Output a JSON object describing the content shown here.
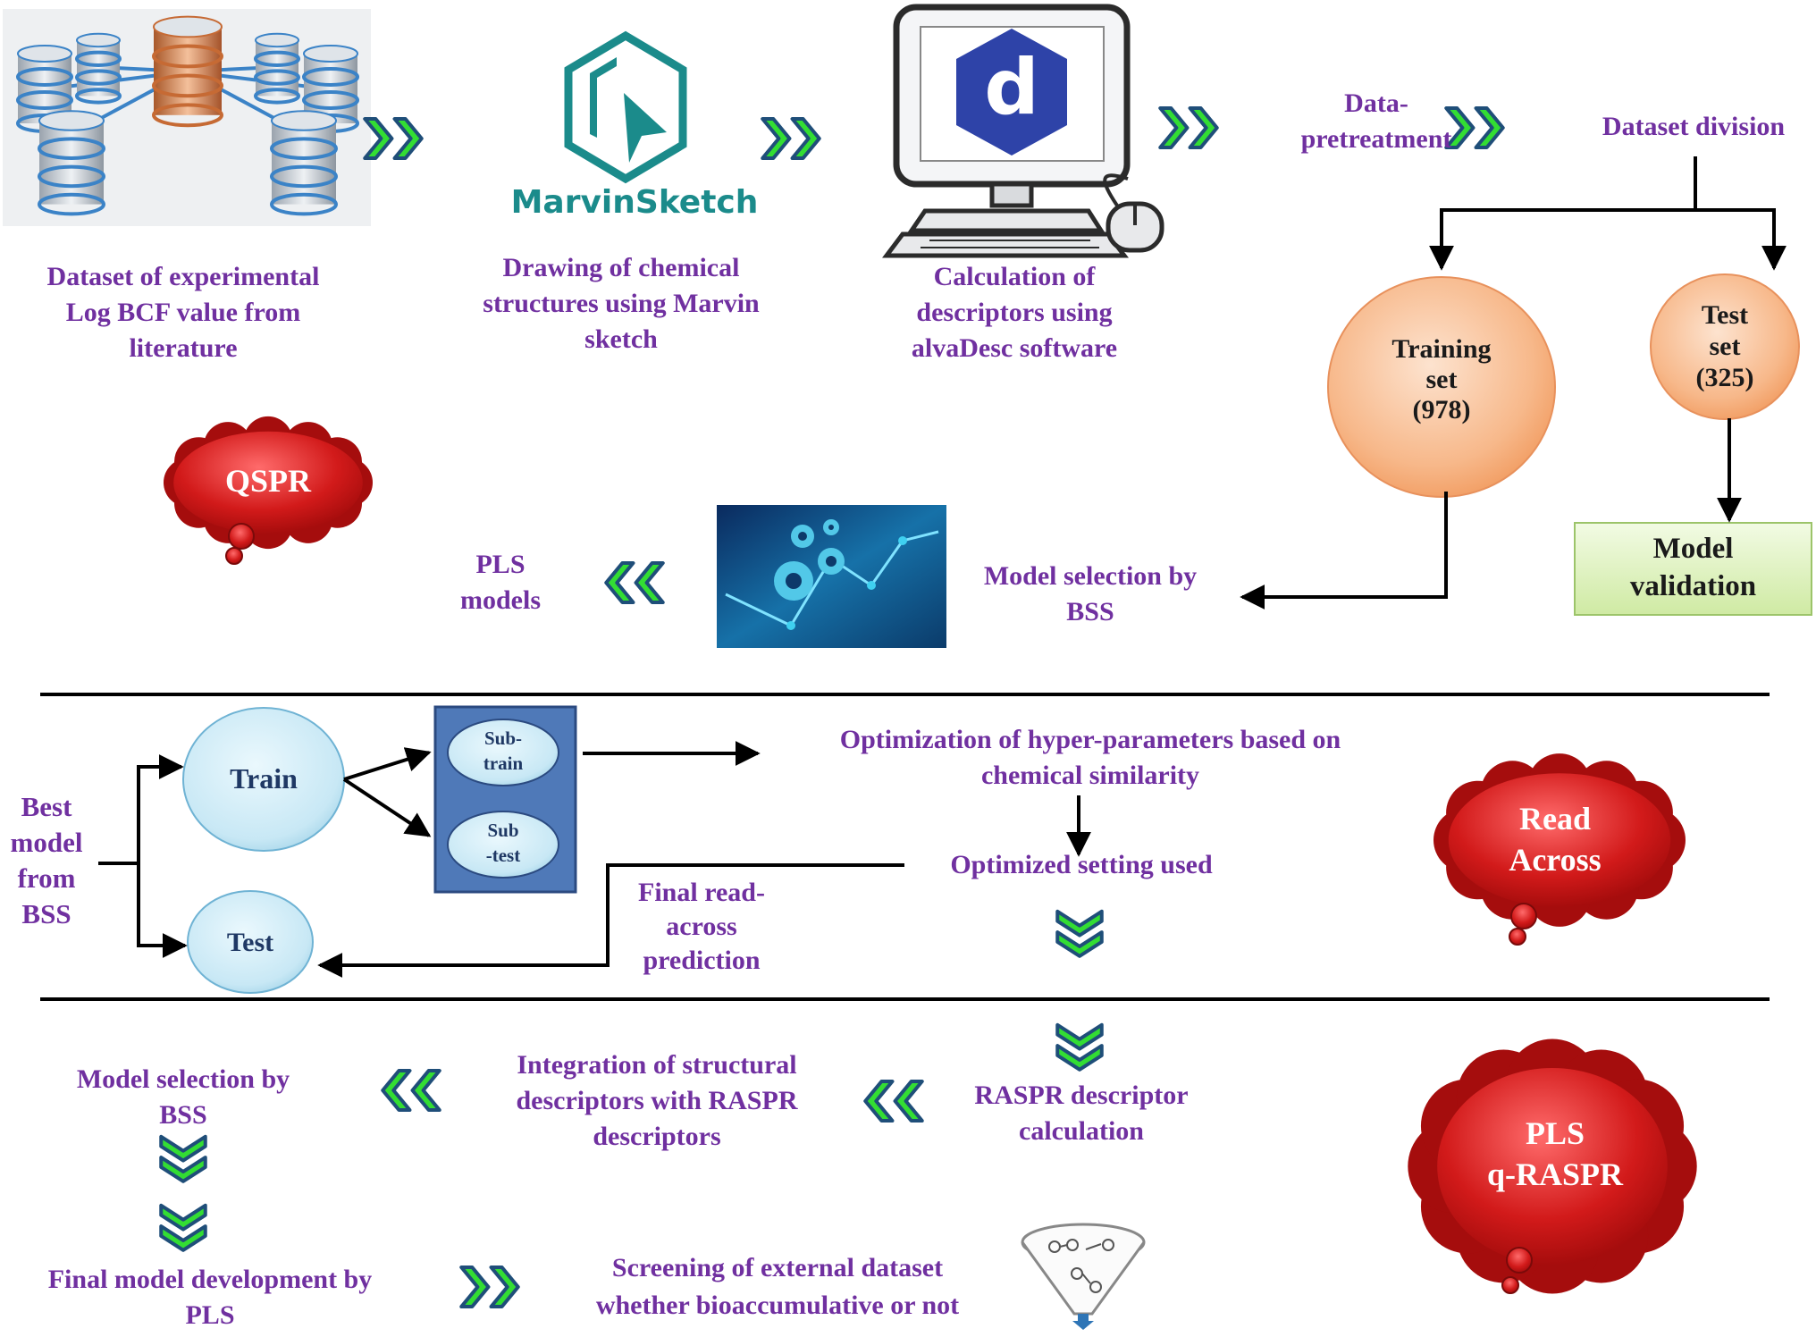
{
  "colors": {
    "label_purple": "#7030a0",
    "chevron_green": "#33dd33",
    "chevron_blue": "#1f4e79",
    "cloud_red": "#c00000",
    "circle_orange": "#f8b98a",
    "circle_blue": "#c9e9f6",
    "box_green": "#e2f3c4",
    "teal": "#1b8b8b"
  },
  "icons": [
    "database-cluster-icon",
    "marvinsketch-logo-icon",
    "computer-alvadesc-icon",
    "gears-chart-icon",
    "funnel-molecules-icon"
  ],
  "top": {
    "step1": [
      "Dataset of experimental",
      "Log BCF value from",
      "literature"
    ],
    "marvin_logo": "MarvinSketch",
    "step2": [
      "Drawing  of chemical",
      "structures  using Marvin",
      "sketch"
    ],
    "alvadesc_letter": "d",
    "step3": [
      "Calculation  of",
      "descriptors  using",
      "alvaDesc software"
    ],
    "pretreatment": [
      "Data-",
      "pretreatment"
    ],
    "division": "Dataset division",
    "training": [
      "Training",
      "set",
      "(978)"
    ],
    "test": [
      "Test",
      "set",
      "(325)"
    ],
    "validation": [
      "Model",
      "validation"
    ],
    "bss": [
      "Model selection by",
      "BSS"
    ],
    "pls": [
      "PLS",
      "models"
    ],
    "cloud": "QSPR"
  },
  "middle": {
    "best": [
      "Best",
      "model",
      "from",
      "BSS"
    ],
    "train": "Train",
    "test": "Test",
    "subtrain": [
      "Sub-",
      "train"
    ],
    "subtest": [
      "Sub",
      "-test"
    ],
    "optimization": [
      "Optimization  of hyper-parameters  based on",
      "chemical  similarity"
    ],
    "optimized": "Optimized   setting used",
    "final_pred": [
      "Final read-",
      "across",
      "prediction"
    ],
    "cloud": [
      "Read",
      "Across"
    ]
  },
  "bottom": {
    "raspr": [
      "RASPR descriptor",
      "calculation"
    ],
    "integration": [
      "Integration  of structural",
      "descriptors  with  RASPR",
      "descriptors"
    ],
    "bss": [
      "Model selection by",
      "BSS"
    ],
    "final": [
      "Final  model development  by",
      "PLS"
    ],
    "screening": [
      "Screening  of external dataset",
      "whether  bioaccumulative  or not"
    ],
    "cloud": [
      "PLS",
      "q-RASPR"
    ]
  }
}
